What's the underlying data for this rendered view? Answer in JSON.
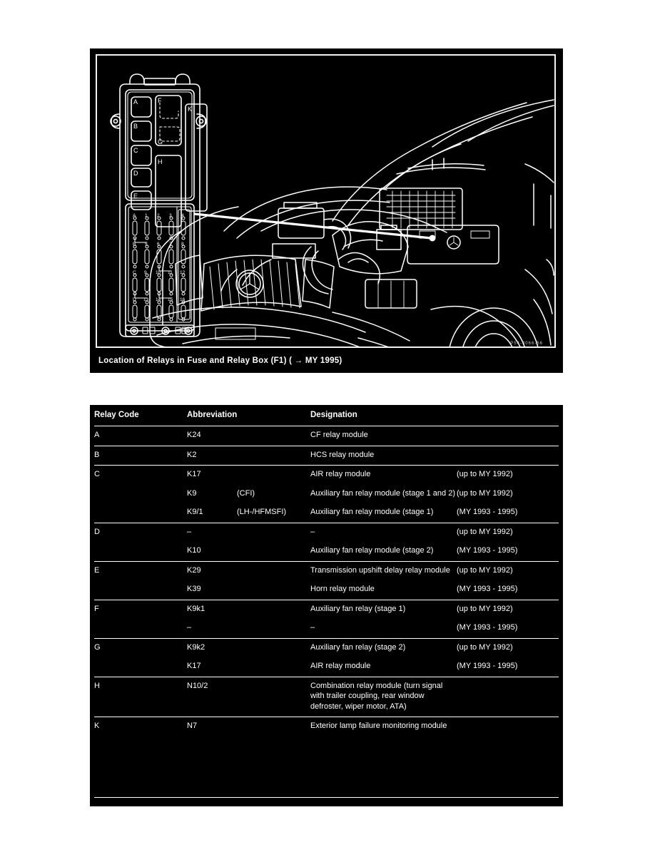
{
  "figure": {
    "caption": "Location of Relays in Fuse and Relay Box (F1) ( → MY 1995)",
    "watermark": "P54-0066-56",
    "relay_box_labels": [
      "A",
      "B",
      "C",
      "D",
      "E",
      "F",
      "G",
      "H",
      "K"
    ],
    "fuse_row_labels": [
      "A",
      "B",
      "C",
      "D"
    ],
    "fuse_numbers": [
      "1",
      "2",
      "3",
      "4",
      "5",
      "6",
      "7",
      "8",
      "9",
      "10",
      "11",
      "12",
      "13",
      "14",
      "15",
      "16"
    ],
    "alt_text": "Line drawing of a Mercedes-Benz engine compartment with a leader line to the fuse and relay box F1, shown enlarged at left"
  },
  "table": {
    "headers": {
      "relay_code": "Relay Code",
      "abbreviation": "Abbreviation",
      "designation": "Designation"
    },
    "rows": [
      {
        "code": "A",
        "lines": [
          {
            "abbr": "K24",
            "abbr2": "",
            "designation": "CF relay module",
            "note": ""
          }
        ]
      },
      {
        "code": "B",
        "lines": [
          {
            "abbr": "K2",
            "abbr2": "",
            "designation": "HCS relay module",
            "note": ""
          }
        ]
      },
      {
        "code": "C",
        "lines": [
          {
            "abbr": "K17",
            "abbr2": "",
            "designation": "AIR relay module",
            "note": "(up to MY 1992)"
          },
          {
            "abbr": "K9",
            "abbr2": "(CFI)",
            "designation": "Auxiliary fan relay module (stage 1 and 2)",
            "note": "(up to MY 1992)"
          },
          {
            "abbr": "K9/1",
            "abbr2": "(LH-/HFMSFI)",
            "designation": "Auxiliary fan relay module (stage 1)",
            "note": "(MY 1993 - 1995)"
          }
        ]
      },
      {
        "code": "D",
        "lines": [
          {
            "abbr": "–",
            "abbr2": "",
            "designation": "–",
            "note": "(up to MY 1992)"
          },
          {
            "abbr": "K10",
            "abbr2": "",
            "designation": "Auxiliary fan relay module (stage 2)",
            "note": "(MY 1993 - 1995)"
          }
        ]
      },
      {
        "code": "E",
        "lines": [
          {
            "abbr": "K29",
            "abbr2": "",
            "designation": "Transmission upshift delay relay module",
            "note": "(up to MY 1992)"
          },
          {
            "abbr": "K39",
            "abbr2": "",
            "designation": "Horn relay module",
            "note": "(MY 1993 - 1995)"
          }
        ]
      },
      {
        "code": "F",
        "lines": [
          {
            "abbr": "K9k1",
            "abbr2": "",
            "designation": "Auxiliary fan relay (stage 1)",
            "note": "(up to MY 1992)"
          },
          {
            "abbr": "–",
            "abbr2": "",
            "designation": "–",
            "note": "(MY 1993 - 1995)"
          }
        ]
      },
      {
        "code": "G",
        "lines": [
          {
            "abbr": "K9k2",
            "abbr2": "",
            "designation": "Auxiliary fan relay (stage 2)",
            "note": "(up to MY 1992)"
          },
          {
            "abbr": "K17",
            "abbr2": "",
            "designation": "AIR relay module",
            "note": "(MY 1993 - 1995)"
          }
        ]
      },
      {
        "code": "H",
        "lines": [
          {
            "abbr": "N10/2",
            "abbr2": "",
            "designation": "Combination relay module (turn signal with trailer coupling, rear window defroster, wiper motor, ATA)",
            "note": ""
          }
        ]
      },
      {
        "code": "K",
        "lines": [
          {
            "abbr": "N7",
            "abbr2": "",
            "designation": "Exterior lamp failure monitoring module",
            "note": ""
          }
        ]
      }
    ]
  },
  "colors": {
    "panel_bg": "#000000",
    "ink": "#ffffff",
    "page_bg": "#ffffff"
  }
}
